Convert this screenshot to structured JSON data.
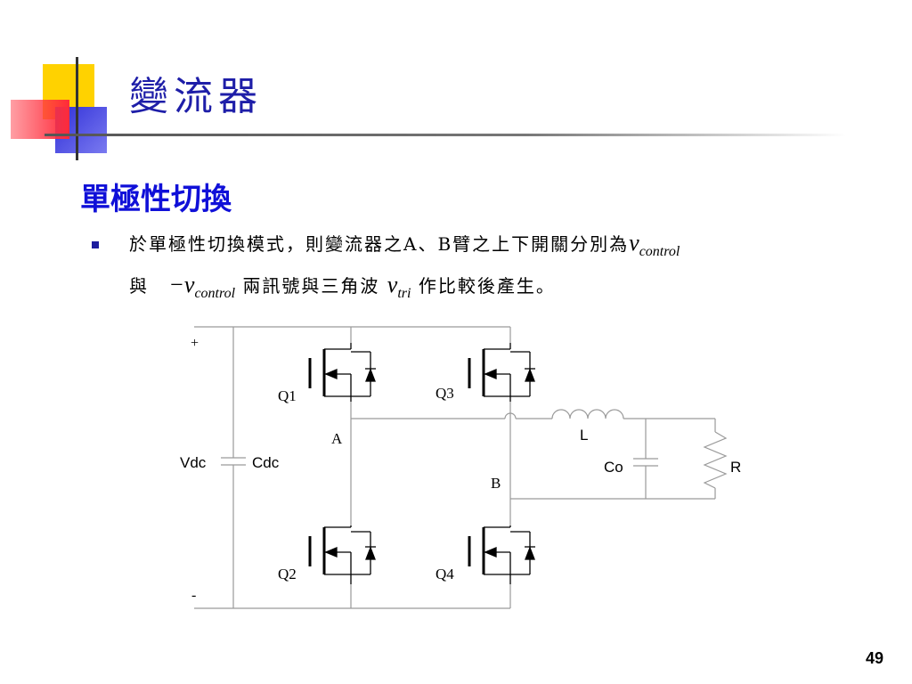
{
  "slide": {
    "title": "變流器",
    "subheading": "單極性切換",
    "page_number": "49"
  },
  "body": {
    "line1_text": "於單極性切換模式，則變流器之A、B臂之上下開關分別為",
    "v_symbol": "v",
    "control_sub": "control",
    "line2_prefix": "與",
    "neg_sign": "−",
    "line2_text": "兩訊號與三角波",
    "tri_sub": "tri",
    "line2_suffix": "作比較後產生。"
  },
  "circuit": {
    "plus": "+",
    "minus": "-",
    "vdc": "Vdc",
    "cdc": "Cdc",
    "q1": "Q1",
    "q2": "Q2",
    "q3": "Q3",
    "q4": "Q4",
    "node_a": "A",
    "node_b": "B",
    "inductor": "L",
    "cap_out": "Co",
    "resistor": "R"
  },
  "colors": {
    "title": "#1e1ea8",
    "subheading": "#1010d8",
    "bullet": "#1d1d9e",
    "deco_yellow": "#ffd200",
    "deco_red": "#ff3040",
    "deco_blue": "#2a2acc"
  }
}
